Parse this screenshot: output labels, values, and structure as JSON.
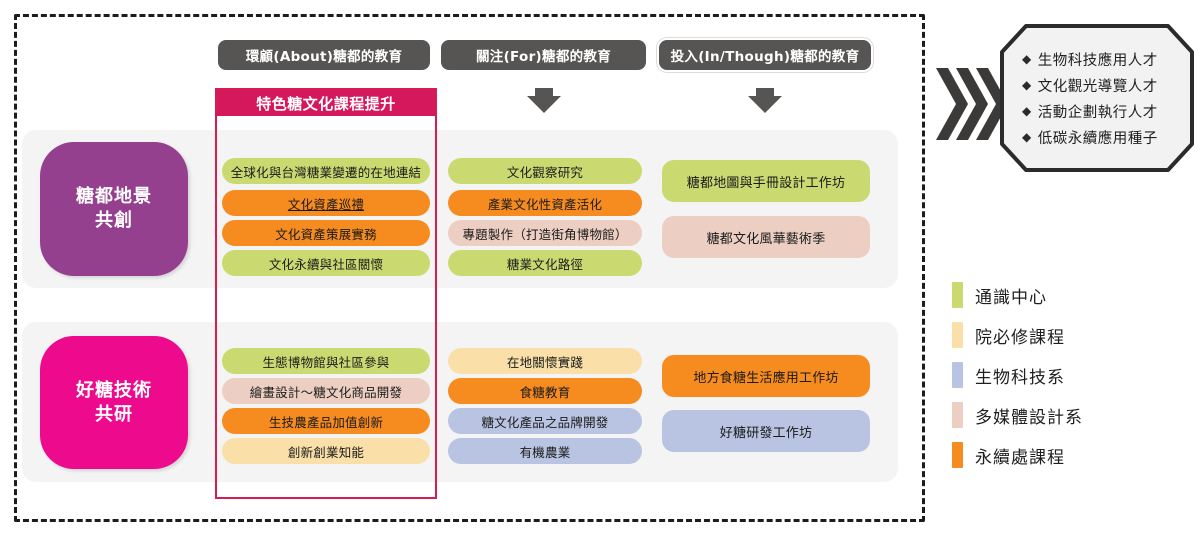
{
  "diagram": {
    "title": "特色糖文化課程提升",
    "stages": [
      {
        "label": "環顧(About)糖都的教育"
      },
      {
        "label": "關注(For)糖都的教育"
      },
      {
        "label": "投入(In/Though)糖都的教育"
      }
    ],
    "themes": [
      {
        "line1": "糖都地景",
        "line2": "共創",
        "color": "#95408f"
      },
      {
        "line1": "好糖技術",
        "line2": "共研",
        "color": "#ed0a8c"
      }
    ],
    "rows": [
      {
        "theme": "糖都地景共創",
        "col1": [
          {
            "label": "全球化與台灣糖業變遷的在地連結",
            "category": "通識中心"
          },
          {
            "label": "文化資產巡禮",
            "category": "永續處課程",
            "underline": true
          },
          {
            "label": "文化資產策展實務",
            "category": "永續處課程"
          },
          {
            "label": "文化永續與社區關懷",
            "category": "通識中心"
          }
        ],
        "col2": [
          {
            "label": "文化觀察研究",
            "category": "通識中心"
          },
          {
            "label": "產業文化性資產活化",
            "category": "永續處課程"
          },
          {
            "label": "專題製作（打造街角博物館）",
            "category": "多媒體設計系"
          },
          {
            "label": "糖業文化路徑",
            "category": "通識中心"
          }
        ],
        "col3": [
          {
            "label": "糖都地圖與手冊設計工作坊",
            "category": "通識中心"
          },
          {
            "label": "糖都文化風華藝術季",
            "category": "多媒體設計系"
          }
        ]
      },
      {
        "theme": "好糖技術共研",
        "col1": [
          {
            "label": "生態博物館與社區參與",
            "category": "通識中心"
          },
          {
            "label": "繪畫設計～糖文化商品開發",
            "category": "多媒體設計系"
          },
          {
            "label": "生技農產品加值創新",
            "category": "永續處課程"
          },
          {
            "label": "創新創業知能",
            "category": "院必修課程"
          }
        ],
        "col2": [
          {
            "label": "在地關懷實踐",
            "category": "院必修課程"
          },
          {
            "label": "食糖教育",
            "category": "永續處課程"
          },
          {
            "label": "糖文化產品之品牌開發",
            "category": "生物科技系"
          },
          {
            "label": "有機農業",
            "category": "生物科技系"
          }
        ],
        "col3": [
          {
            "label": "地方食糖生活應用工作坊",
            "category": "永續處課程"
          },
          {
            "label": "好糖研發工作坊",
            "category": "生物科技系"
          }
        ]
      }
    ],
    "talents": [
      {
        "label": "生物科技應用人才",
        "bullet": "◆"
      },
      {
        "label": "文化觀光導覽人才",
        "bullet": "◆"
      },
      {
        "label": "活動企劃執行人才",
        "bullet": "◆"
      },
      {
        "label": "低碳永續應用種子",
        "bullet": "◆"
      }
    ],
    "legend": [
      {
        "label": "通識中心",
        "color": "#cada71"
      },
      {
        "label": "院必修課程",
        "color": "#fae0a8"
      },
      {
        "label": "生物科技系",
        "color": "#b9c4e2"
      },
      {
        "label": "多媒體設計系",
        "color": "#eccfc2"
      },
      {
        "label": "永續處課程",
        "color": "#f68b1f"
      }
    ],
    "colors": {
      "banner": "#d5175c",
      "highlight_border": "#d51d52",
      "stage_pill": "#575553",
      "frame": "#1c1c1c",
      "chevron": "#3b3a38"
    }
  }
}
